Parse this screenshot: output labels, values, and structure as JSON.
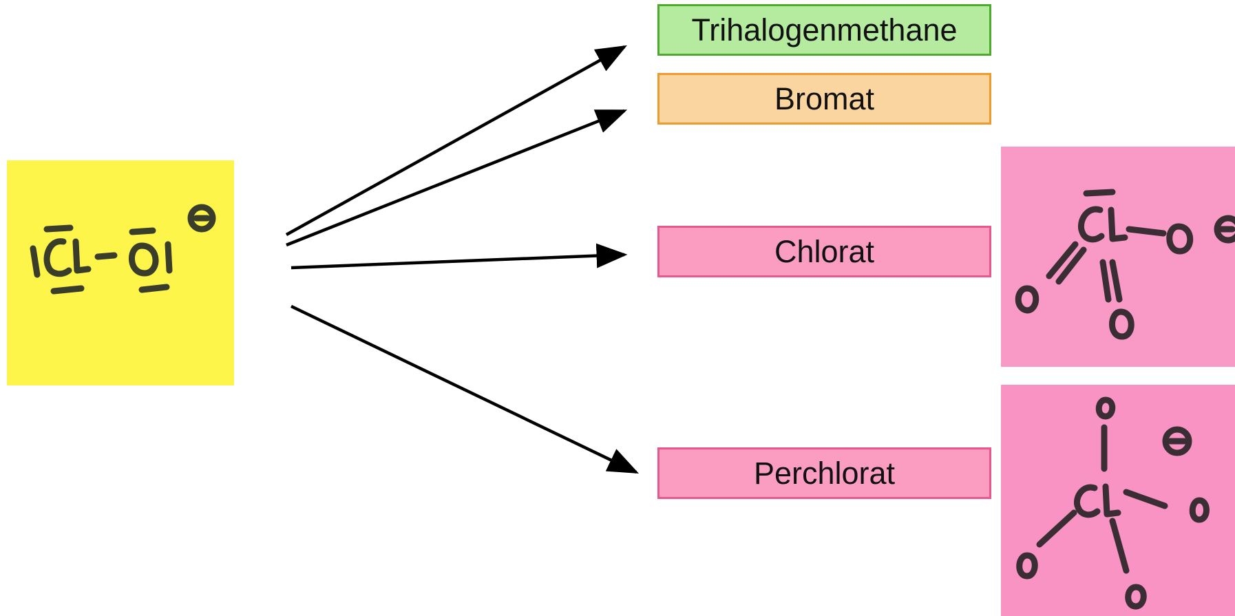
{
  "boxes": [
    {
      "id": "trihalo",
      "label": "Trihalogenmethane",
      "fill": "#b5eb9f",
      "border": "#4caa2c"
    },
    {
      "id": "bromat",
      "label": "Bromat",
      "fill": "#fbd59f",
      "border": "#ef9a2a"
    },
    {
      "id": "chlorat",
      "label": "Chlorat",
      "fill": "#fb9dc0",
      "border": "#e8588e"
    },
    {
      "id": "perchlorat",
      "label": "Perchlorat",
      "fill": "#fb9dc0",
      "border": "#e8588e"
    }
  ],
  "sticky_notes": {
    "hypochlorite": {
      "structure": "ClO⁻ (hypochlorite, Lewis structure)",
      "color": "#fdf54a"
    },
    "chlorat": {
      "structure": "ClO₃⁻ (chlorate, Lewis structure)",
      "color": "#f99ac6"
    },
    "perchlorat": {
      "structure": "ClO₄⁻ (perchlorate, Lewis structure)",
      "color": "#f993c4"
    }
  },
  "colors": {
    "arrow": "#000000",
    "ink": "#3a3d2a"
  }
}
